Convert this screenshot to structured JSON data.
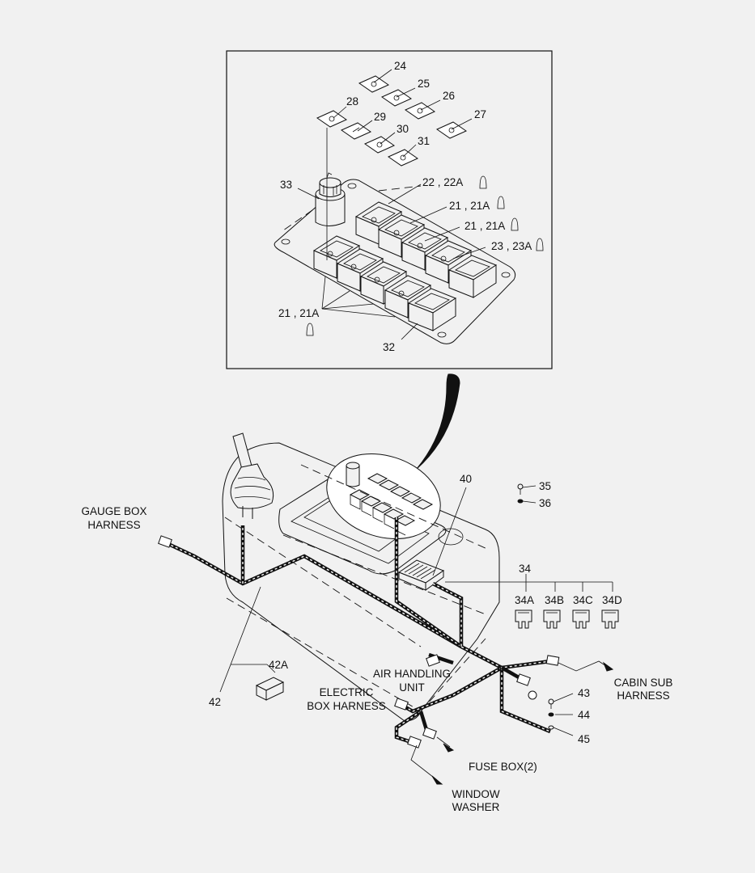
{
  "labels": {
    "l24": "24",
    "l25": "25",
    "l26": "26",
    "l27": "27",
    "l28": "28",
    "l29": "29",
    "l30": "30",
    "l31": "31",
    "l33": "33",
    "l22": "22 , 22A",
    "l21a": "21 , 21A",
    "l21b": "21 , 21A",
    "l23": "23 , 23A",
    "l21c": "21 , 21A",
    "l32": "32",
    "l40": "40",
    "l35": "35",
    "l36": "36",
    "l34": "34",
    "l34A": "34A",
    "l34B": "34B",
    "l34C": "34C",
    "l34D": "34D",
    "l42A": "42A",
    "l42": "42",
    "l43": "43",
    "l44": "44",
    "l45": "45",
    "gauge1": "GAUGE BOX",
    "gauge2": "HARNESS",
    "air1": "AIR HANDLING",
    "air2": "UNIT",
    "elec1": "ELECTRIC",
    "elec2": "BOX HARNESS",
    "cabin1": "CABIN SUB",
    "cabin2": "HARNESS",
    "fuse": "FUSE BOX(2)",
    "win1": "WINDOW",
    "win2": "WASHER"
  },
  "colors": {
    "background": "#f1f1f1",
    "line": "#111111",
    "panel": "#ffffff"
  }
}
